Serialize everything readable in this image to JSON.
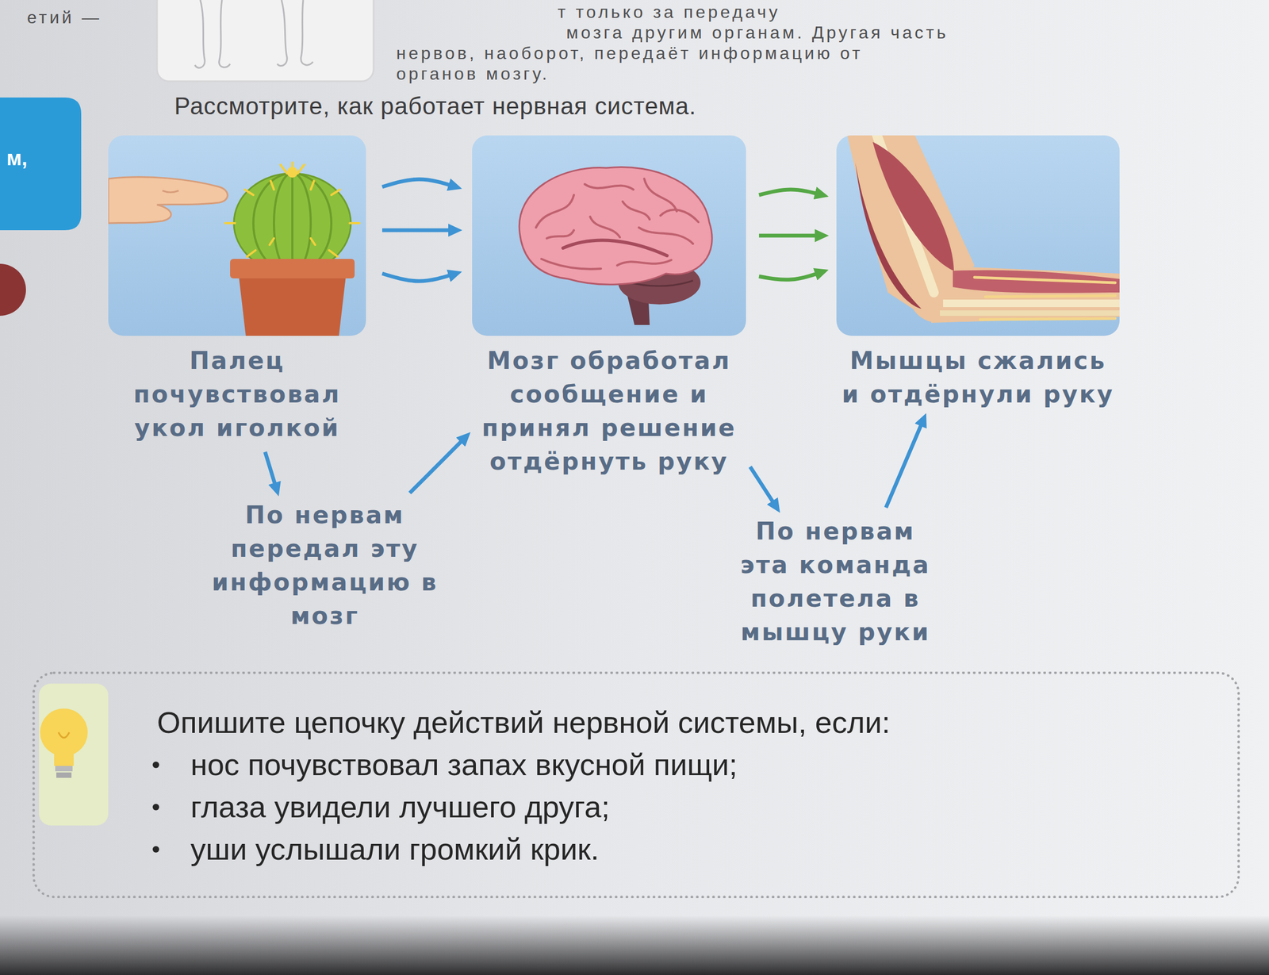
{
  "diagram": {
    "title": "Рассмотрите, как работает нервная система.",
    "nodes": [
      {
        "text": [
          "Палец почувствовал укол иголкой"
        ]
      },
      {
        "text": [
          "Мозг обработал сообщение и принял решение отдёрнуть руку"
        ]
      },
      {
        "text": [
          "Мышцы сжались и отдёрнули руку"
        ]
      },
      {
        "text": [
          "По нервам передал эту информацию в мозг"
        ]
      },
      {
        "text": [
          "По нервам эта команда полетела в мышцу руки"
        ]
      },
      {
        "text": [
          "Опишите цепочку действий нервной системы, если:",
          "нос почувствовал запах вкусной пищи;",
          "глаза увидели лучшего друга;",
          "уши услышали громкий крик."
        ]
      }
    ],
    "edges": [
      {
        "from": 0,
        "to": 1,
        "arrow": "to"
      },
      {
        "from": 0,
        "to": 1,
        "arrow": "to"
      },
      {
        "from": 0,
        "to": 1,
        "arrow": "to"
      },
      {
        "from": 0,
        "to": 3,
        "arrow": "to"
      },
      {
        "from": 3,
        "to": 1,
        "arrow": "to"
      },
      {
        "from": 1,
        "to": 2,
        "arrow": "to"
      },
      {
        "from": 1,
        "to": 2,
        "arrow": "to"
      },
      {
        "from": 1,
        "to": 2,
        "arrow": "to"
      },
      {
        "from": 1,
        "to": 4,
        "arrow": "to"
      },
      {
        "from": 4,
        "to": 2,
        "arrow": "to"
      }
    ],
    "labels": [
      "етий —",
      "т только за передачу",
      "мозга другим органам. Другая часть",
      "нервов, наоборот, передаёт информацию от",
      "органов мозгу.",
      "м,"
    ]
  }
}
